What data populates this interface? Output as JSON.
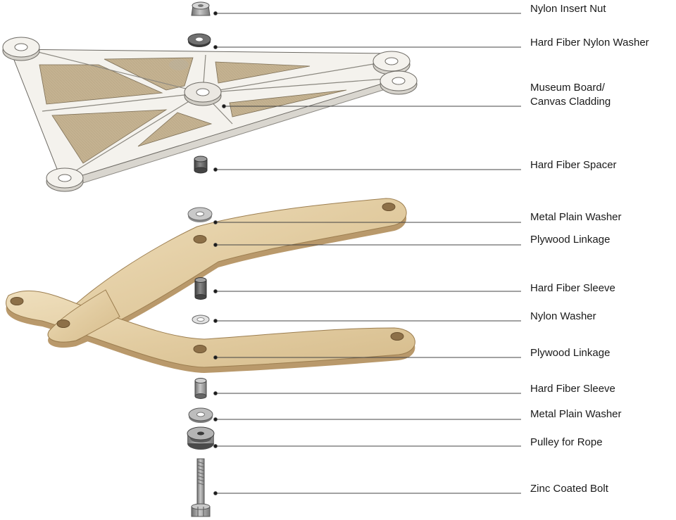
{
  "labels": {
    "nut": "Nylon Insert Nut",
    "fiber_washer": "Hard Fiber Nylon Washer",
    "cladding_line1": "Museum Board/",
    "cladding_line2": "Canvas Cladding",
    "spacer": "Hard Fiber Spacer",
    "metal_washer_top": "Metal Plain Washer",
    "linkage_top": "Plywood Linkage",
    "sleeve_top": "Hard Fiber Sleeve",
    "nylon_washer": "Nylon Washer",
    "linkage_bottom": "Plywood Linkage",
    "sleeve_bottom": "Hard Fiber Sleeve",
    "metal_washer_bottom": "Metal Plain Washer",
    "pulley": "Pulley for Rope",
    "bolt": "Zinc Coated Bolt"
  },
  "colors": {
    "leader_line": "#444444",
    "plywood": "#e3cfa6",
    "plywood_edge": "#a8895a",
    "board": "#f3f1ec",
    "canvas": "#c9b89a",
    "steel": "#9c9c9c",
    "fiber": "#5c5c5c"
  },
  "icons": {
    "leader_dot": "leader-dot-icon"
  }
}
